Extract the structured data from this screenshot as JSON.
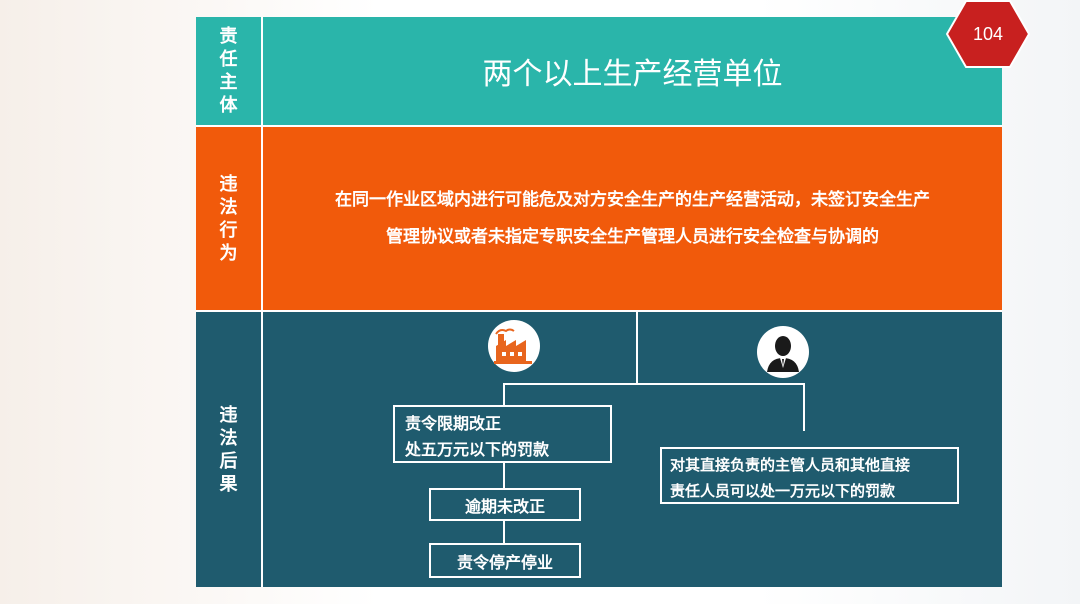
{
  "page_number": "104",
  "rows": {
    "subject": {
      "label_chars": [
        "责",
        "任",
        "主",
        "体"
      ],
      "content": "两个以上生产经营单位"
    },
    "behavior": {
      "label_chars": [
        "违",
        "法",
        "行",
        "为"
      ],
      "lines": [
        "在同一作业区域内进行可能危及对方安全生产的生产经营活动，未签订安全生产",
        "管理协议或者未指定专职安全生产管理人员进行安全检查与协调的"
      ]
    },
    "consequence": {
      "label_chars": [
        "违",
        "法",
        "后",
        "果"
      ],
      "icons": {
        "left": "factory-icon",
        "right": "person-icon"
      },
      "unit_box": {
        "lines": [
          "责令限期改正",
          "处五万元以下的罚款"
        ]
      },
      "overdue_box": "逾期未改正",
      "suspend_box": "责令停产停业",
      "person_box": {
        "lines": [
          "对其直接负责的主管人员和其他直接",
          "责任人员可以处一万元以下的罚款"
        ]
      }
    }
  },
  "colors": {
    "teal": "#2ab5aa",
    "orange": "#f15a0b",
    "navy": "#1f5b6e",
    "badge_red": "#c8201f",
    "icon_orange": "#e8651d"
  }
}
